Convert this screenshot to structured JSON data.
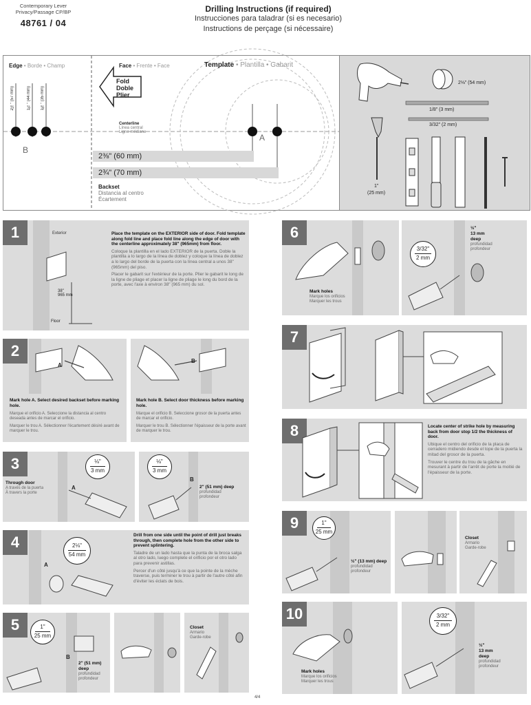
{
  "header": {
    "line1": "Contemporary Lever",
    "line2": "Privacy/Passage CP/BP",
    "code_a": "48761",
    "code_b": "/ 04",
    "title_en": "Drilling Instructions (if required)",
    "title_es": "Instrucciones para taladrar (si es necesario)",
    "title_fr": "Instructions de perçage (si nécessaire)"
  },
  "template": {
    "edge": "Edge",
    "edge_es": "• Borde • Champ",
    "face": "Face",
    "face_es": "• Frente • Face",
    "template": "Template",
    "template_es": "• Plantilla • Gabarit",
    "fold": [
      "Fold",
      "Doble",
      "Plier"
    ],
    "edge_dims": [
      "2⅛\" (57 mm)",
      "1¾\" (44 mm)",
      "1⅜\" (35 mm)"
    ],
    "label_b": "B",
    "label_a": "A",
    "centerline": "Centerline",
    "centerline_es": "Línea central",
    "centerline_fr": "Ligne médiane",
    "backset_60": "2⅜\"   (60 mm)",
    "backset_70": "2¾\"   (70 mm)",
    "backset": "Backset",
    "backset_es": "Distancia al centro",
    "backset_fr": "Écartement"
  },
  "tools": {
    "bit_2_18": "2⅛\" (54 mm)",
    "bit_1_8": "1/8\" (3 mm)",
    "bit_3_32": "3/32\" (2 mm)",
    "spade": "1\"",
    "spade_mm": "(25 mm)"
  },
  "steps": {
    "s1": {
      "n": "1",
      "en": "Place the template on the EXTERIOR side of door. Fold template along fold line and place fold line along the edge of door with the centerline approximately 38\" (965mm) from floor.",
      "es": "Coloque la plantilla en el lado EXTERIOR de la puerta. Doble la plantilla a lo largo de la línea de doblez y coloque la línea de doblez a lo largo del borde de la puerta con la línea central a unos 38\" (965mm) del piso.",
      "fr": "Placer le gabarit sur l'extérieur de la porte. Plier le gabarit le long de la ligne de pliage et placer la ligne de pliage le long du bord de la porte, avec l'axe à environ 38\" (965 mm) du sol.",
      "exterior": "Exterior",
      "dim_in": "38\"",
      "dim_mm": "965 mm",
      "floor": "Floor"
    },
    "s2": {
      "n": "2",
      "left_en": "Mark hole A. Select desired backset before marking hole.",
      "left_es": "Marque el orificio A. Seleccione la distancia al centro deseada antes de marcar el orificio.",
      "left_fr": "Marquer le trou A. Sélectionner l'écartement désiré avant de marquer le trou.",
      "right_en": "Mark hole B. Select door thickness before marking hole.",
      "right_es": "Marque el orificio B. Seleccione grosor de la puerta antes de marcar el orificio.",
      "right_fr": "Marquer le trou B. Sélectionner l'épaisseur de la porte avant de marquer le trou.",
      "a": "A",
      "b": "B"
    },
    "s3": {
      "n": "3",
      "circle_in": "⅛\"",
      "circle_mm": "3 mm",
      "through": "Through door",
      "through_es": "A través de la puerta",
      "through_fr": "À travers la porte",
      "a": "A",
      "b": "B",
      "deep": "2\" (51 mm) deep",
      "deep_es": "profundidad",
      "deep_fr": "profondeur"
    },
    "s4": {
      "n": "4",
      "en": "Drill from one side until the point of drill just breaks through, then complete hole from the other side to prevent splintering.",
      "es": "Taladre de un lado hasta que la punta de la broca salga al otro lado, luego complete el orificio por el otro lado para prevenir astillas.",
      "fr": "Percer d'un côté jusqu'à ce que la pointe de la mèche traverse, puis terminer le trou à partir de l'autre côté afin d'éviter les éclats de bois.",
      "circle_in": "2⅛\"",
      "circle_mm": "54 mm",
      "a": "A"
    },
    "s5": {
      "n": "5",
      "circle_in": "1\"",
      "circle_mm": "25 mm",
      "b": "B",
      "deep": "2\" (51 mm) deep",
      "deep_es": "profundidad",
      "deep_fr": "profondeur",
      "closet": "Closet",
      "closet_es": "Armario",
      "closet_fr": "Garde-robe"
    },
    "s6": {
      "n": "6",
      "mark": "Mark holes",
      "mark_es": "Marque los orificios",
      "mark_fr": "Marquer les trous",
      "circle_in": "3/32\"",
      "circle_mm": "2 mm",
      "deep_in": "½\"",
      "deep_mm": "13 mm",
      "deep": "deep",
      "deep_es": "profundidad",
      "deep_fr": "profondeur"
    },
    "s7": {
      "n": "7"
    },
    "s8": {
      "n": "8",
      "en": "Locate center of strike hole by measuring back from door stop 1/2 the thickness of door.",
      "es": "Ubique el centro del orificio de la placa de cerradero midiendo desde el tope de la puerta la mitad del grosor de la puerta.",
      "fr": "Trouver le centre du trou de la gâche en mesurant à partir de l'arrêt de porte la moitié de l'épaisseur de la porte."
    },
    "s9": {
      "n": "9",
      "circle_in": "1\"",
      "circle_mm": "25 mm",
      "deep": "½\" (13 mm) deep",
      "deep_es": "profundidad",
      "deep_fr": "profondeur",
      "closet": "Closet",
      "closet_es": "Armario",
      "closet_fr": "Garde-robe"
    },
    "s10": {
      "n": "10",
      "mark": "Mark holes",
      "mark_es": "Marque los orificios",
      "mark_fr": "Marquer les trous",
      "circle_in": "3/32\"",
      "circle_mm": "2 mm",
      "deep_in": "½\"",
      "deep_mm": "13 mm",
      "deep": "deep",
      "deep_es": "profundidad",
      "deep_fr": "profondeur"
    }
  },
  "footer": "4/4"
}
